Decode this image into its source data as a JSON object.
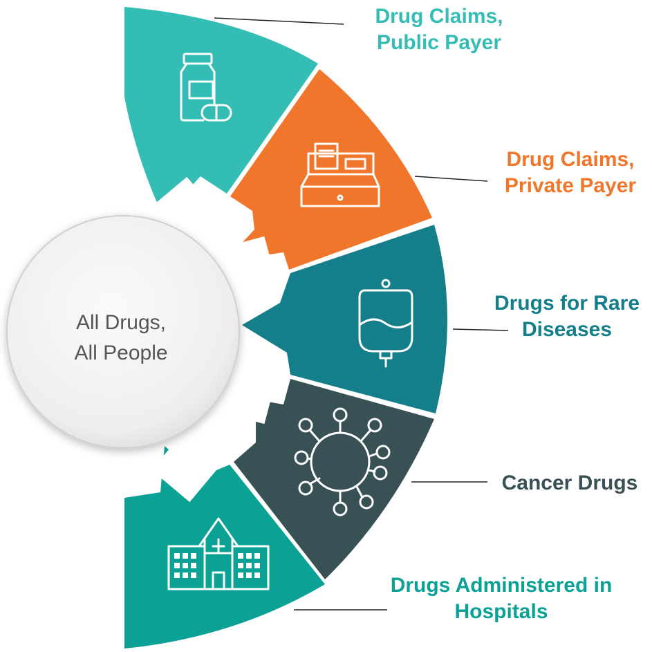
{
  "center": {
    "line1": "All Drugs,",
    "line2": "All People"
  },
  "segments": [
    {
      "label_lines": [
        "Drug Claims,",
        "Public Payer"
      ],
      "color": "#33bdb5",
      "icon": "pill-bottle-icon"
    },
    {
      "label_lines": [
        "Drug Claims,",
        "Private Payer"
      ],
      "color": "#ef762a",
      "icon": "cash-register-icon"
    },
    {
      "label_lines": [
        "Drugs for Rare",
        "Diseases"
      ],
      "color": "#147f8a",
      "icon": "iv-bag-icon"
    },
    {
      "label_lines": [
        "Cancer Drugs"
      ],
      "color": "#385154",
      "icon": "virus-cell-icon"
    },
    {
      "label_lines": [
        "Drugs Administered in",
        "Hospitals"
      ],
      "color": "#0ca195",
      "icon": "hospital-icon"
    }
  ]
}
